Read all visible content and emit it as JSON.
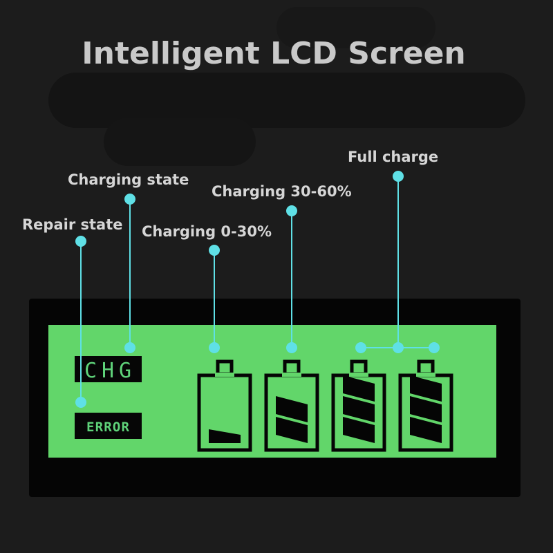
{
  "title": "Intelligent LCD Screen",
  "labels": {
    "repair": "Repair state",
    "charging_state": "Charging state",
    "charging_0_30": "Charging 0-30%",
    "charging_30_60": "Charging 30-60%",
    "full": "Full charge"
  },
  "lcd": {
    "chg": "CHG",
    "error": "ERROR",
    "battery_levels": [
      1,
      2,
      3,
      3
    ]
  },
  "colors": {
    "accent": "#5fe0e6",
    "lcd": "#62d66a",
    "text": "#d6d6d6"
  }
}
